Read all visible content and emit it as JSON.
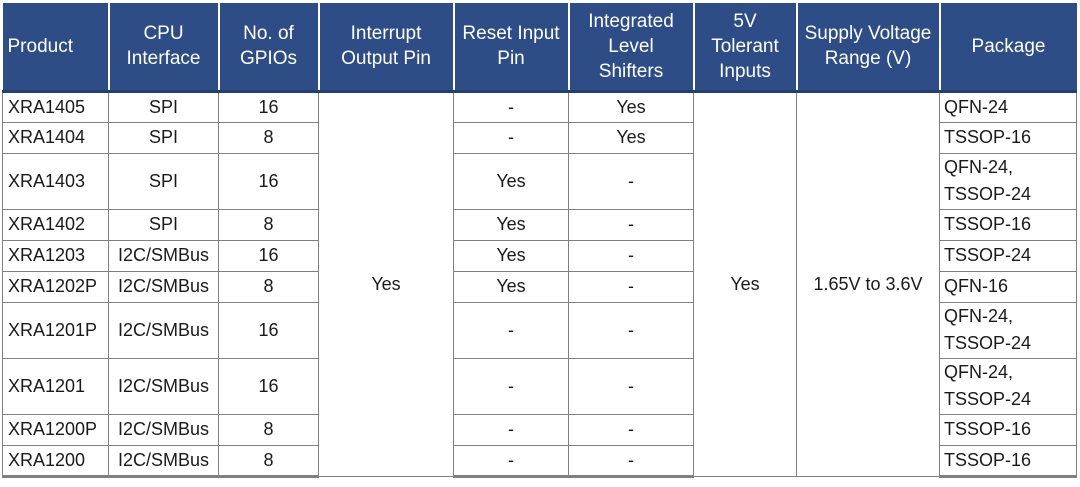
{
  "header": {
    "columns": [
      {
        "id": "product",
        "label": "Product"
      },
      {
        "id": "cpu_interface",
        "label": "CPU Interface"
      },
      {
        "id": "gpios",
        "label": "No. of GPIOs"
      },
      {
        "id": "interrupt",
        "label": "Interrupt Output Pin"
      },
      {
        "id": "reset",
        "label": "Reset Input Pin"
      },
      {
        "id": "shifters",
        "label": "Integrated Level Shifters"
      },
      {
        "id": "tolerant",
        "label": "5V Tolerant Inputs"
      },
      {
        "id": "supply",
        "label": "Supply Voltage Range (V)"
      },
      {
        "id": "package",
        "label": "Package"
      }
    ]
  },
  "merged": {
    "interrupt_output_pin": "Yes",
    "five_v_tolerant_inputs": "Yes",
    "supply_voltage_range": "1.65V to 3.6V"
  },
  "rows": [
    {
      "product": "XRA1405",
      "cpu_interface": "SPI",
      "gpios": "16",
      "reset": "-",
      "shifters": "Yes",
      "package": "QFN-24",
      "tall": false
    },
    {
      "product": "XRA1404",
      "cpu_interface": "SPI",
      "gpios": "8",
      "reset": "-",
      "shifters": "Yes",
      "package": "TSSOP-16",
      "tall": false
    },
    {
      "product": "XRA1403",
      "cpu_interface": "SPI",
      "gpios": "16",
      "reset": "Yes",
      "shifters": "-",
      "package": "QFN-24,\nTSSOP-24",
      "tall": true
    },
    {
      "product": "XRA1402",
      "cpu_interface": "SPI",
      "gpios": "8",
      "reset": "Yes",
      "shifters": "-",
      "package": "TSSOP-16",
      "tall": false
    },
    {
      "product": "XRA1203",
      "cpu_interface": "I2C/SMBus",
      "gpios": "16",
      "reset": "Yes",
      "shifters": "-",
      "package": "TSSOP-24",
      "tall": false
    },
    {
      "product": "XRA1202P",
      "cpu_interface": "I2C/SMBus",
      "gpios": "8",
      "reset": "Yes",
      "shifters": "-",
      "package": "QFN-16",
      "tall": false
    },
    {
      "product": "XRA1201P",
      "cpu_interface": "I2C/SMBus",
      "gpios": "16",
      "reset": "-",
      "shifters": "-",
      "package": "QFN-24,\nTSSOP-24",
      "tall": true
    },
    {
      "product": "XRA1201",
      "cpu_interface": "I2C/SMBus",
      "gpios": "16",
      "reset": "-",
      "shifters": "-",
      "package": "QFN-24,\nTSSOP-24",
      "tall": true
    },
    {
      "product": "XRA1200P",
      "cpu_interface": "I2C/SMBus",
      "gpios": "8",
      "reset": "-",
      "shifters": "-",
      "package": "TSSOP-16",
      "tall": false
    },
    {
      "product": "XRA1200",
      "cpu_interface": "I2C/SMBus",
      "gpios": "8",
      "reset": "-",
      "shifters": "-",
      "package": "TSSOP-16",
      "tall": false
    }
  ],
  "colors": {
    "header_bg": "#2E4C85",
    "header_text": "#FFFFFF",
    "header_edge": "#24406F",
    "body_border": "#808080",
    "body_text": "#1A1A1A"
  }
}
